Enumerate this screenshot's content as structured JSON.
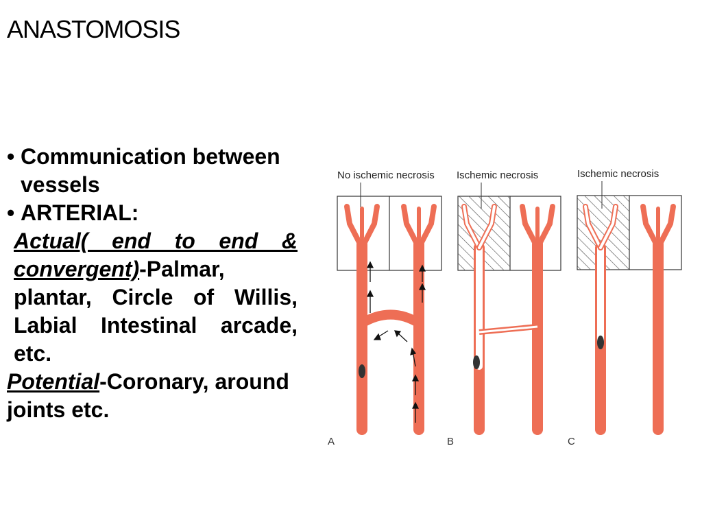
{
  "title": "ANASTOMOSIS",
  "bullets": {
    "b1": "Communication between vessels",
    "b2": "ARTERIAL:",
    "actual_label": "Actual( end to end & convergent)",
    "actual_text": "-Palmar, plantar, Circle of Willis, Labial Intestinal arcade, etc.",
    "potential_label": "Potential",
    "potential_text": "-Coronary, around joints etc."
  },
  "figure": {
    "panel_a_caption": "No ischemic necrosis",
    "panel_b_caption": "Ischemic necrosis",
    "panel_c_caption": "Ischemic necrosis",
    "panel_a_letter": "A",
    "panel_b_letter": "B",
    "panel_c_letter": "C",
    "artery_color": "#ee6e55",
    "occlusion_color": "#333333"
  }
}
